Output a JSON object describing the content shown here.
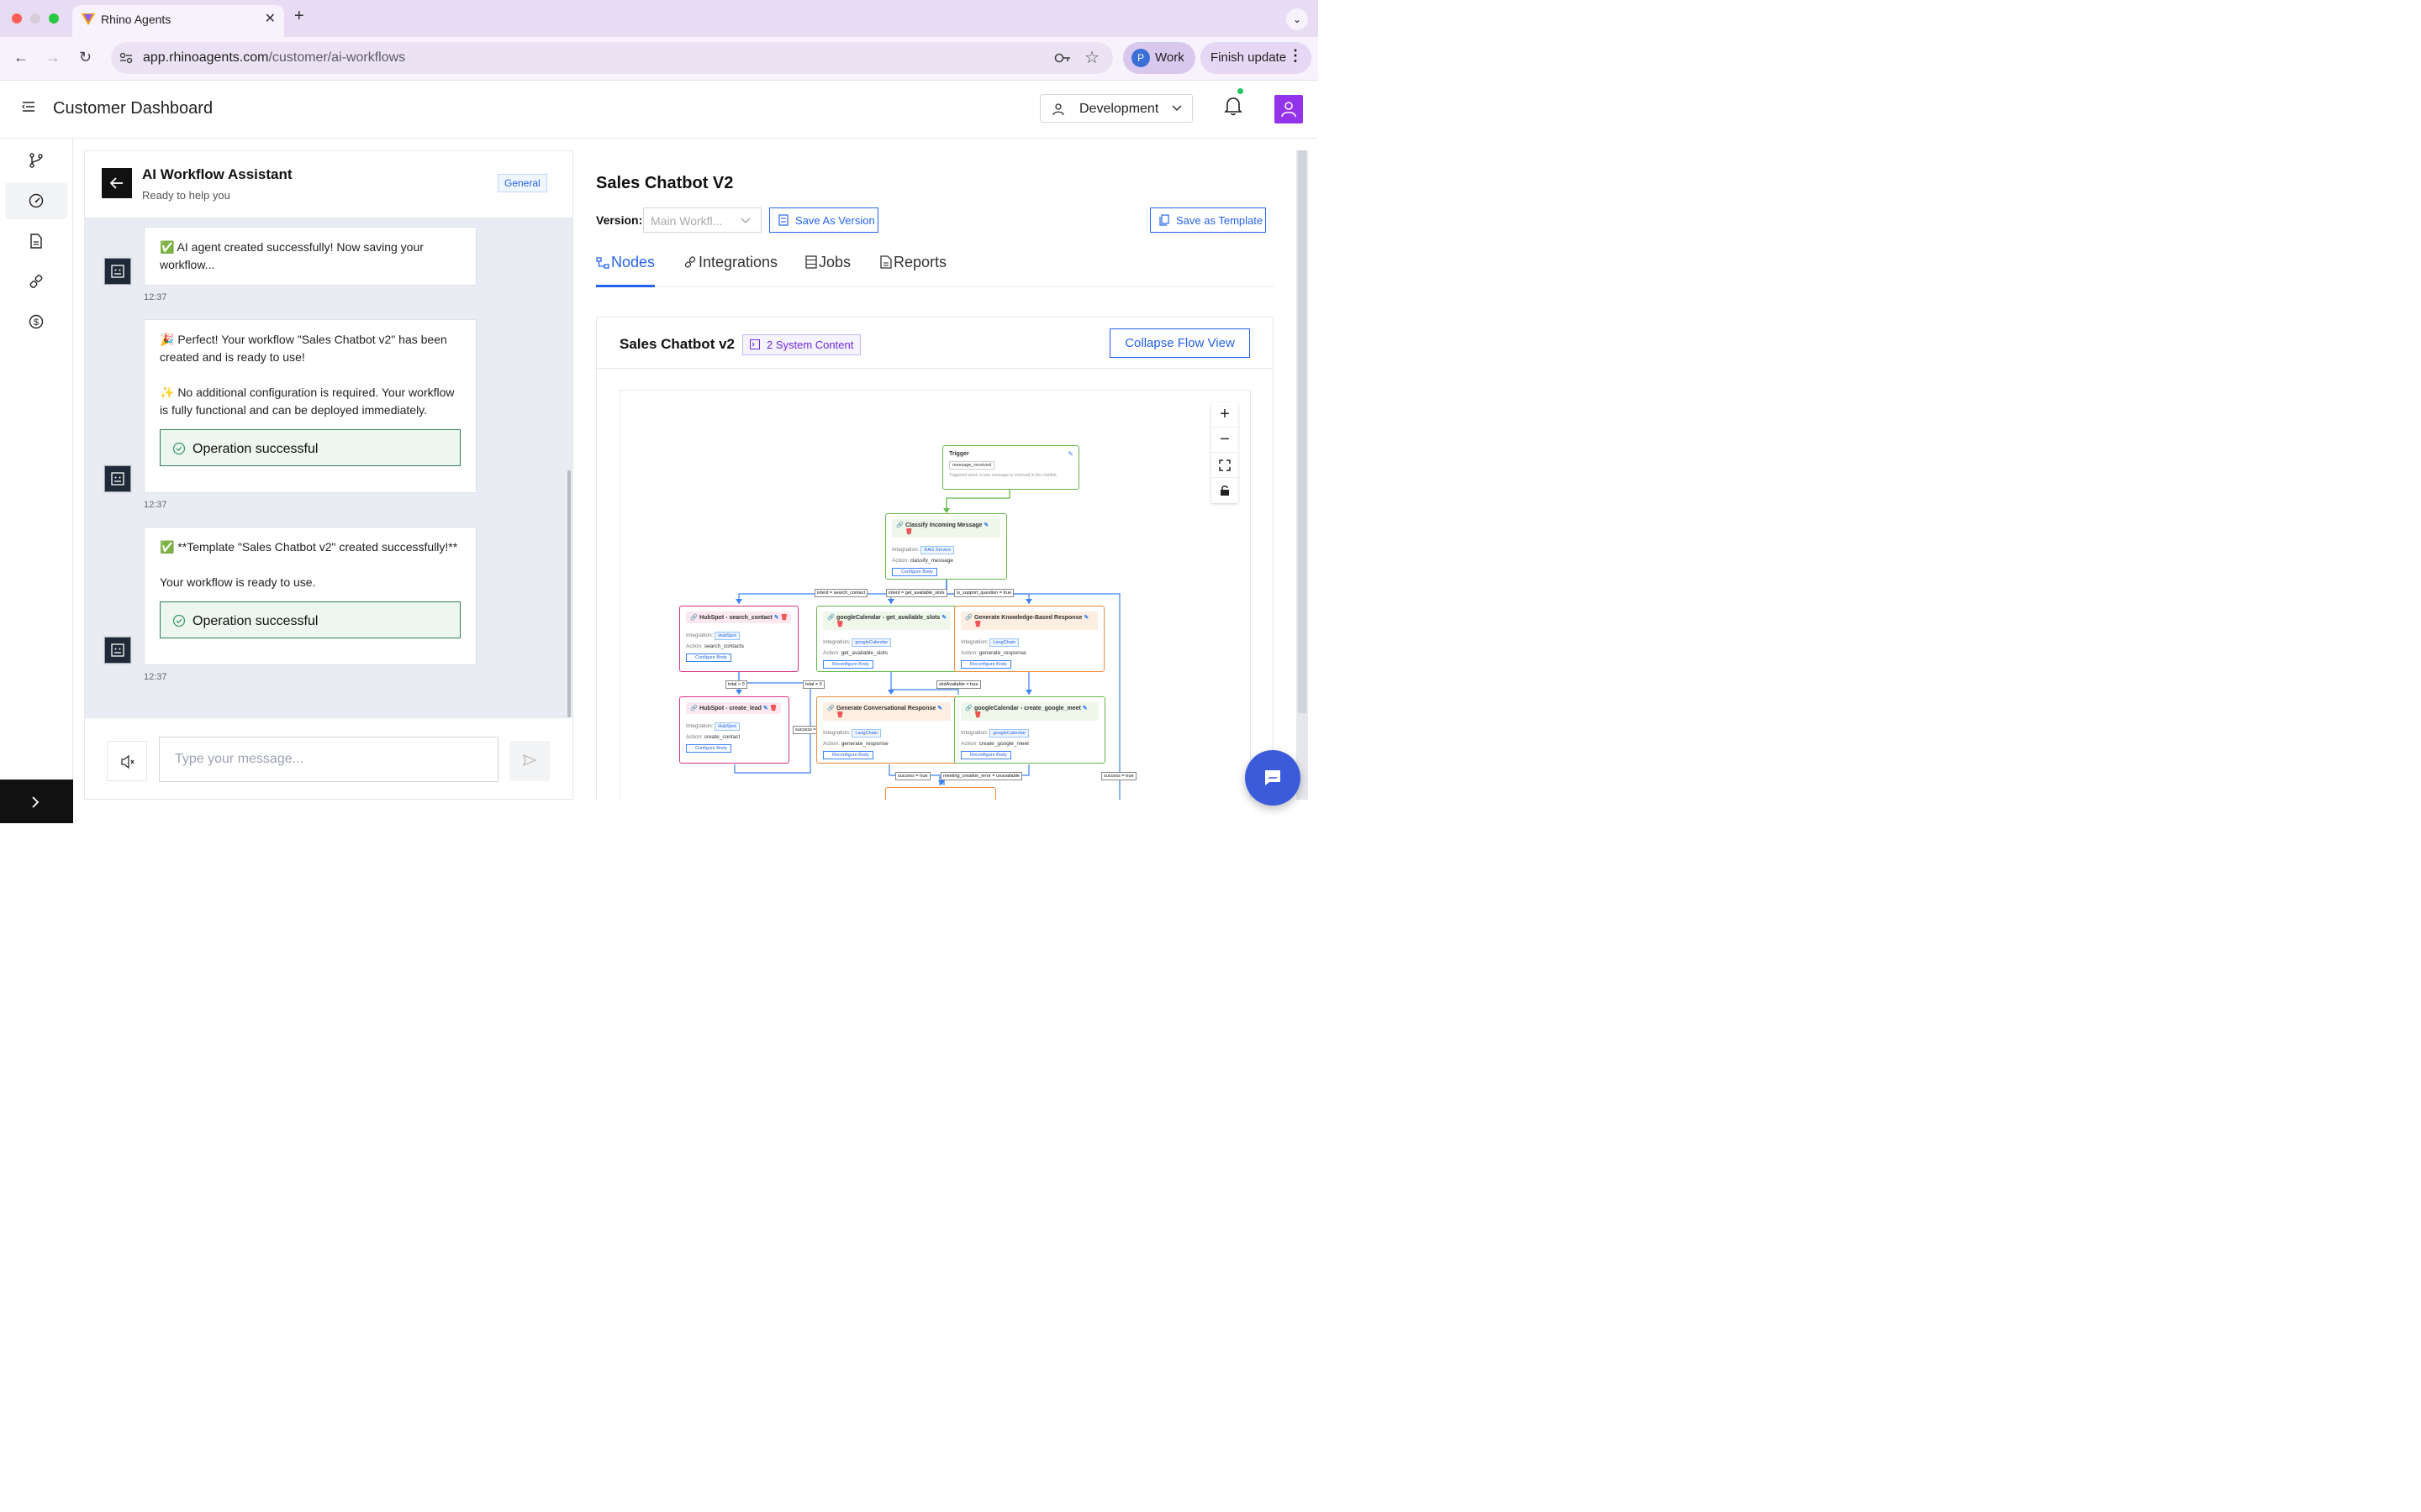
{
  "browser": {
    "tab_title": "Rhino Agents",
    "url_domain": "app.rhinoagents.com",
    "url_path": "/customer/ai-workflows",
    "profile_initial": "P",
    "profile_label": "Work",
    "update_label": "Finish update"
  },
  "header": {
    "title": "Customer Dashboard",
    "environment": "Development"
  },
  "sidebar": {
    "items": [
      "workflow-icon",
      "gauge-icon",
      "document-icon",
      "integration-icon",
      "dollar-icon"
    ]
  },
  "chat": {
    "title": "AI Workflow Assistant",
    "subtitle": "Ready to help you",
    "badge": "General",
    "messages": [
      {
        "text": "✅ AI agent created successfully! Now saving your workflow...",
        "time": "12:37"
      },
      {
        "text": "🎉 Perfect! Your workflow \"Sales Chatbot v2\" has been created and is ready to use!\n\n✨ No additional configuration is required. Your workflow is fully functional and can be deployed immediately.",
        "status": "Operation successful",
        "time": "12:37"
      },
      {
        "text": "✅ **Template \"Sales Chatbot v2\" created successfully!**\n\nYour workflow is ready to use.",
        "status": "Operation successful",
        "time": "12:37"
      }
    ],
    "input_placeholder": "Type your message..."
  },
  "workflow": {
    "title": "Sales Chatbot V2",
    "version_label": "Version:",
    "version_value": "Main Workfl...",
    "save_version": "Save As Version",
    "save_template": "Save as Template",
    "tabs": [
      "Nodes",
      "Integrations",
      "Jobs",
      "Reports"
    ],
    "active_tab": "Nodes",
    "flow_title": "Sales Chatbot v2",
    "system_content": "2 System Content",
    "collapse": "Collapse Flow View"
  },
  "flow": {
    "trigger": {
      "title": "Trigger",
      "event": "message_received",
      "desc": "Triggered when a new message is received in the chatbot."
    },
    "nodes": [
      {
        "title": "Classify Incoming Message",
        "integration": "RAG Service",
        "action": "classify_message",
        "button": "Configure Body"
      },
      {
        "title": "HubSpot - search_contact",
        "integration": "HubSpot",
        "action": "search_contacts",
        "button": "Configure Body"
      },
      {
        "title": "googleCalendar - get_available_slots",
        "integration": "googleCalendar",
        "action": "get_available_slots",
        "button": "Reconfigure Body"
      },
      {
        "title": "Generate Knowledge-Based Response",
        "integration": "LangChain",
        "action": "generate_response",
        "button": "Reconfigure Body"
      },
      {
        "title": "HubSpot - create_lead",
        "integration": "HubSpot",
        "action": "create_contact",
        "button": "Configure Body"
      },
      {
        "title": "Generate Conversational Response",
        "integration": "LangChain",
        "action": "generate_response",
        "button": "Reconfigure Body"
      },
      {
        "title": "googleCalendar - create_google_meet",
        "integration": "googleCalendar",
        "action": "create_google_meet",
        "button": "Reconfigure Body"
      }
    ],
    "labels": {
      "integration": "Integration:",
      "action": "Action:"
    },
    "edges": [
      "intent = search_contact",
      "intent = get_available_slots",
      "is_support_question = true",
      "total > 0",
      "total = 0",
      "slotAvailable = true",
      "success =",
      "success = true",
      "meeting_creation_error = unavailable",
      "success = true"
    ]
  },
  "colors": {
    "accent": "#2563eb",
    "purple": "#9333ea",
    "green_node": "#65b84a",
    "pink_node": "#d63384",
    "orange_node": "#f08a3c"
  }
}
